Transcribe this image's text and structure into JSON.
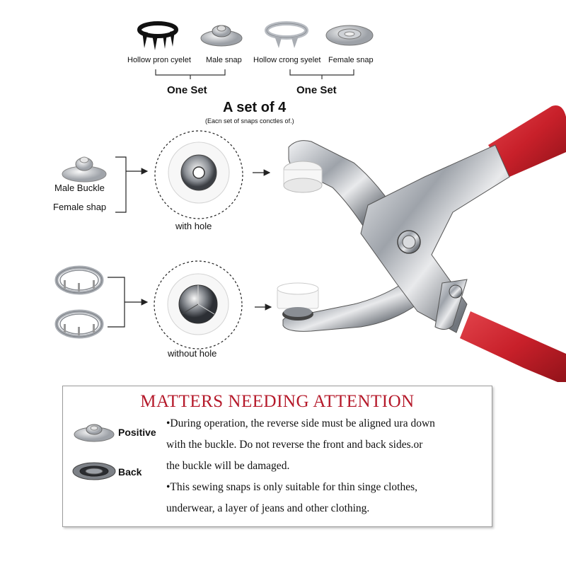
{
  "parts": {
    "hollow_prong_eyelet": "Hollow pron cyelet",
    "male_snap": "Male snap",
    "hollow_crong_eyelet": "Hollow crong syelet",
    "female_snap": "Female snap",
    "one_set_left": "One Set",
    "one_set_right": "One Set"
  },
  "header": {
    "title": "A set of 4",
    "subtitle": "(Eacn set of snaps conctles of.)"
  },
  "diagram": {
    "male_buckle": "Male Buckle",
    "female_shap": "Female shap",
    "with_hole": "with hole",
    "without_hole": "without hole"
  },
  "notes": {
    "title": "MATTERS NEEDING ATTENTION",
    "positive": "Positive",
    "back": "Back",
    "lines": [
      "•During operation, the reverse side must be aligned ura down",
      "with the buckle. Do not reverse the front and back sides.or",
      "the buckle will be damaged.",
      "•This sewing snaps is only suitable   for thin singe clothes,",
      "underwear, a layer of jeans and other clothing."
    ]
  },
  "colors": {
    "handle_red": "#c8202a",
    "title_red": "#b5192a",
    "metal": "#b8bcc2"
  }
}
